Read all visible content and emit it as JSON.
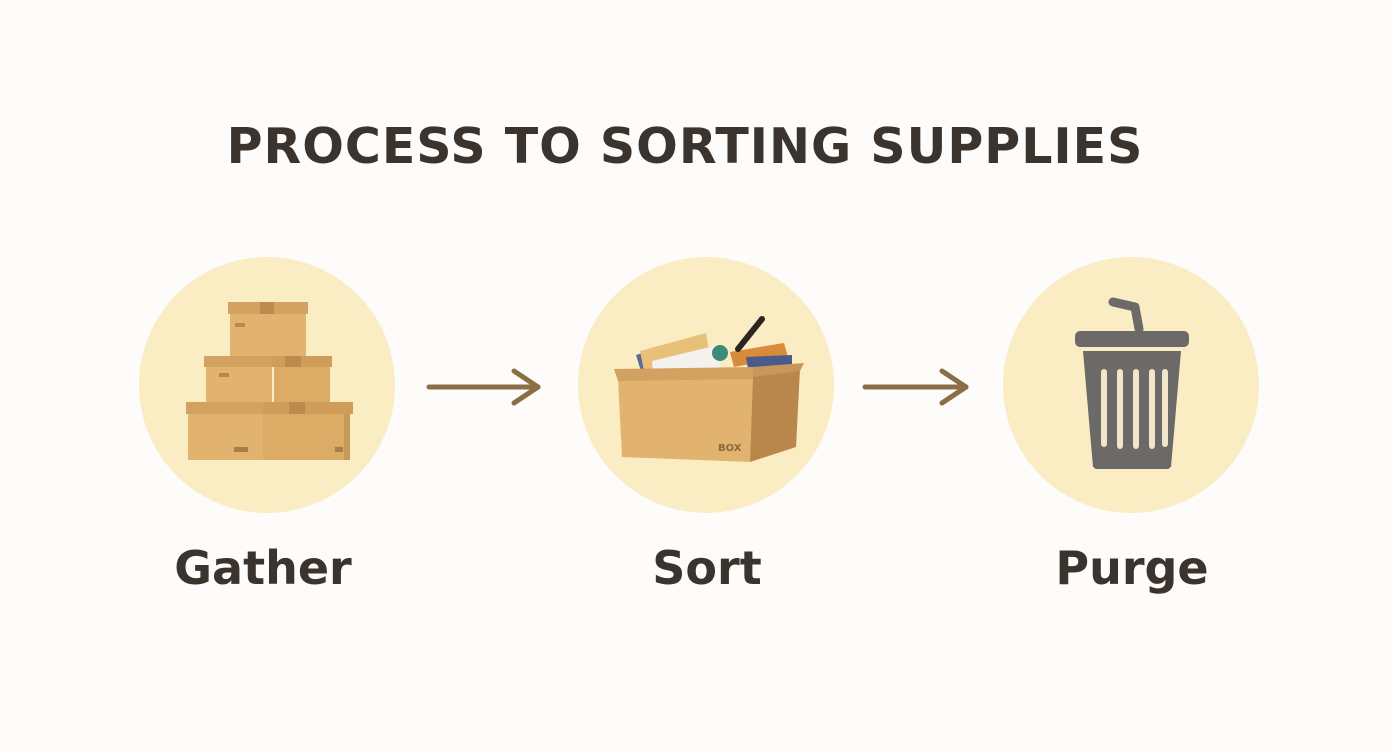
{
  "title": "PROCESS TO SORTING SUPPLIES",
  "steps": [
    {
      "label": "Gather",
      "icon": "stacked-boxes-icon"
    },
    {
      "label": "Sort",
      "icon": "open-box-with-items-icon"
    },
    {
      "label": "Purge",
      "icon": "trash-can-icon"
    }
  ],
  "connectors": [
    "arrow-right-icon",
    "arrow-right-icon"
  ],
  "box_mark": "BOX",
  "colors": {
    "background": "#fdfcfa",
    "circle": "#faecc3",
    "text": "#3b332d",
    "arrow": "#8a6f45",
    "cardboard": "#e2b36e",
    "trash": "#6b6a69"
  }
}
